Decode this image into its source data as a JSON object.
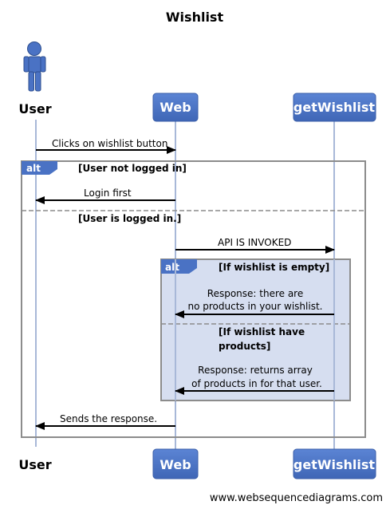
{
  "diagram": {
    "title": "Wishlist",
    "participants": {
      "user": "User",
      "web": "Web",
      "wishlist": "getWishlist"
    },
    "messages": {
      "m1": "Clicks on wishlist button",
      "m2": "Login first",
      "m3": "API IS INVOKED",
      "m4_line1": "Response: there are",
      "m4_line2": "no products in your wishlist.",
      "m5_line1": "Response: returns array",
      "m5_line2": "of products in for that user.",
      "m6": "Sends the response."
    },
    "outer_alt": {
      "tag": "alt",
      "condition1": "[User not logged in]",
      "condition2": "[User is logged in.]"
    },
    "inner_alt": {
      "tag": "alt",
      "condition1": "[If wishlist is empty]",
      "condition2_line1": "[If wishlist have",
      "condition2_line2": "products]"
    },
    "footer": "www.websequencediagrams.com"
  },
  "colors": {
    "participant_fill": "#4a72c4",
    "alt_tag_fill": "#4a72c4",
    "inner_frame_fill": "#d6def0",
    "frame_stroke": "#8c8c8c",
    "lifeline": "#a8b8d8"
  }
}
